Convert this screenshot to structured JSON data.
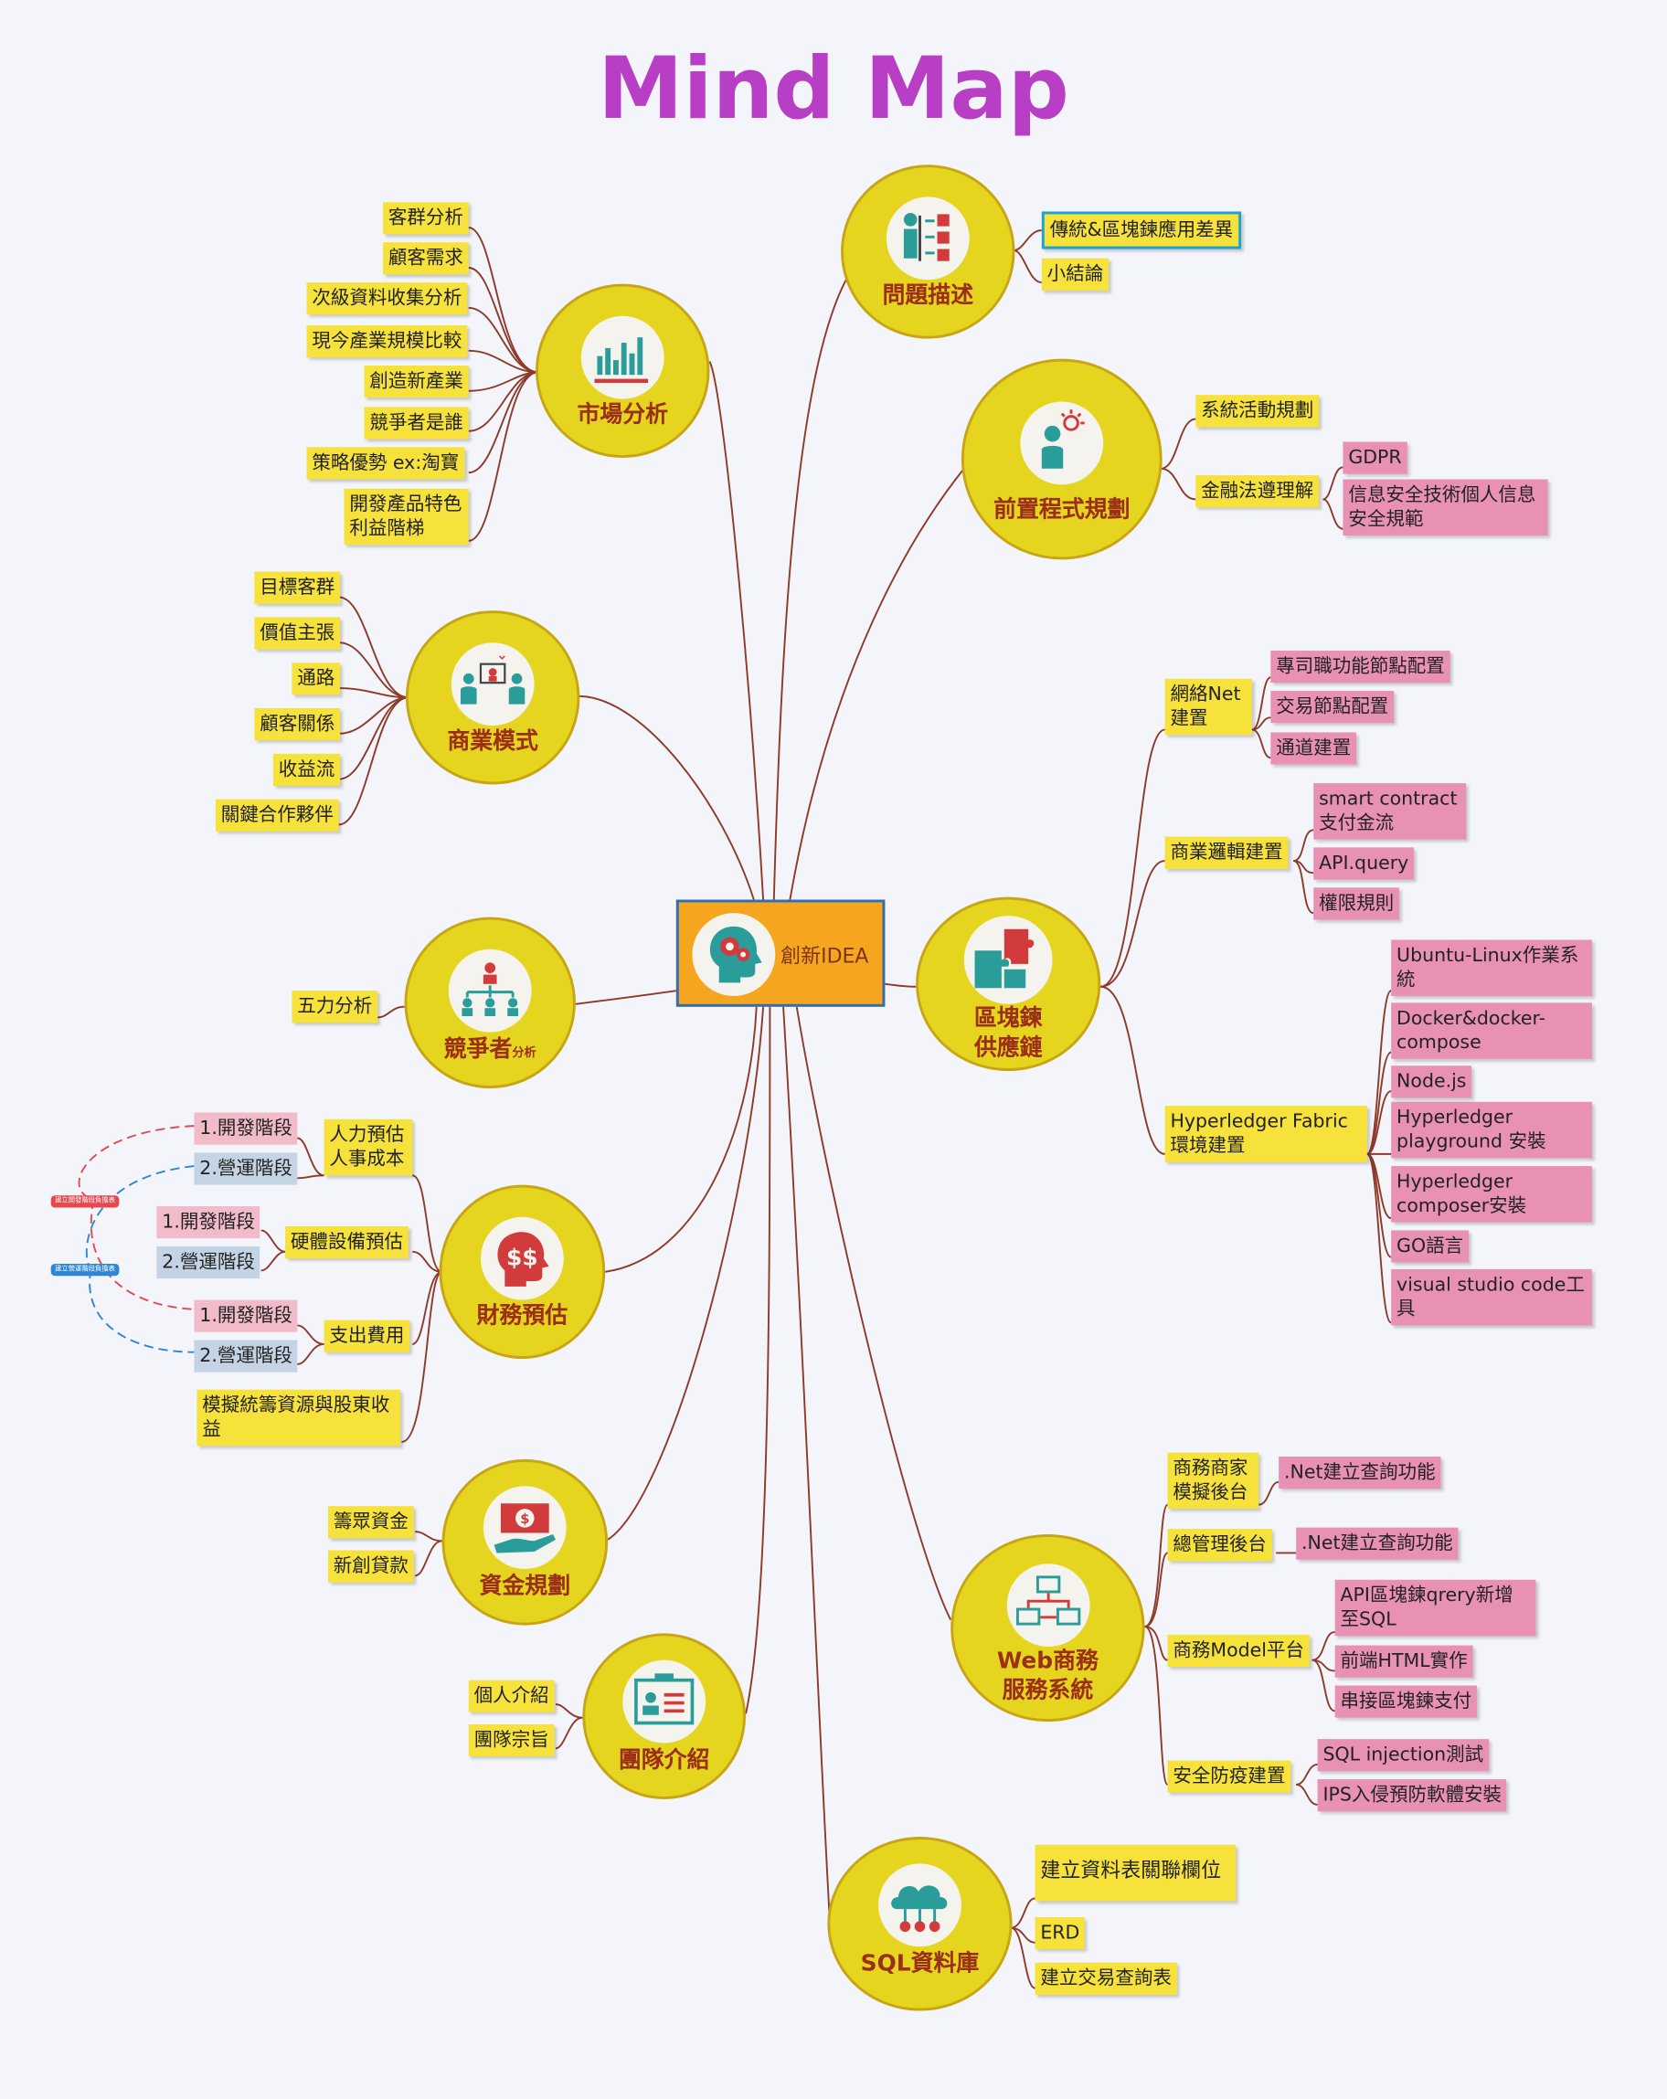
{
  "title": "Mind Map",
  "central": {
    "label": "創新IDEA"
  },
  "colors": {
    "title": "#b83fc5",
    "topic": "#e6d51f",
    "topic_text": "#9b2f18",
    "central": "#f6a51f",
    "central_border": "#2f6db5",
    "leaf_yellow": "#f6e23a",
    "leaf_pink": "#e991b4",
    "link": "#8d3a2a",
    "dash_red": "#e5484d",
    "dash_blue": "#2f86d6"
  },
  "topics": {
    "problem": {
      "label": "問題描述",
      "icon": "presenter-icon",
      "items": [
        "傳統&區塊鍊應用差異",
        "小結論"
      ]
    },
    "pre_plan": {
      "label": "前置程式規劃",
      "icon": "idea-person-icon",
      "items": [
        "系統活動規劃",
        "金融法遵理解",
        "GDPR",
        "信息安全技術個人信息",
        "安全規範"
      ]
    },
    "market": {
      "label": "市場分析",
      "icon": "bar-chart-icon",
      "items": [
        "客群分析",
        "顧客需求",
        "次級資料收集分析",
        "現今產業規模比較",
        "創造新產業",
        "競爭者是誰",
        "策略優勢 ex:淘寶",
        "開發產品特色",
        "利益階梯"
      ]
    },
    "business": {
      "label": "商業模式",
      "icon": "meeting-icon",
      "items": [
        "目標客群",
        "價值主張",
        "通路",
        "顧客關係",
        "收益流",
        "關鍵合作夥伴"
      ]
    },
    "competitor": {
      "label": "競爭者",
      "label_small": "分析",
      "icon": "org-chart-icon",
      "items": [
        "五力分析"
      ]
    },
    "finance": {
      "label": "財務預估",
      "icon": "money-head-icon",
      "groups": [
        {
          "label": [
            "人力預估",
            "人事成本"
          ],
          "stages": [
            "1.開發階段",
            "2.營運階段"
          ]
        },
        {
          "label": [
            "硬體設備預估"
          ],
          "stages": [
            "1.開發階段",
            "2.營運階段"
          ]
        },
        {
          "label": [
            "支出費用"
          ],
          "stages": [
            "1.開發階段",
            "2.營運階段"
          ]
        }
      ],
      "sim": [
        "模擬統籌資源與股東收",
        "益"
      ],
      "badges": [
        "建立開發階段負擔表",
        "建立營運階段負擔表"
      ]
    },
    "capital": {
      "label": "資金規劃",
      "icon": "cash-hand-icon",
      "items": [
        "籌眾資金",
        "新創貸款"
      ]
    },
    "team": {
      "label": "團隊介紹",
      "icon": "id-card-icon",
      "items": [
        "個人介紹",
        "團隊宗旨"
      ]
    },
    "blockchain": {
      "label": [
        "區塊鍊",
        "供應鏈"
      ],
      "icon": "puzzle-icon",
      "net": {
        "label": [
          "網絡Net",
          "建置"
        ],
        "items": [
          "專司職功能節點配置",
          "交易節點配置",
          "通道建置"
        ]
      },
      "logic": {
        "label": "商業邏輯建置",
        "items": [
          "smart contract",
          "支付金流",
          "API.query",
          "權限規則"
        ]
      },
      "fabric": {
        "label": [
          "Hyperledger Fabric",
          "環境建置"
        ],
        "items": [
          "Ubuntu-Linux作業系",
          "統",
          "Docker&docker-",
          "compose",
          "Node.js",
          "Hyperledger",
          "playground 安裝",
          "Hyperledger",
          "composer安裝",
          "GO語言",
          "visual studio code工",
          "具"
        ]
      }
    },
    "web": {
      "label": [
        "Web商務",
        "服務系統"
      ],
      "icon": "network-icon",
      "merchant": {
        "label": [
          "商務商家",
          "模擬後台"
        ],
        "items": [
          ".Net建立查詢功能"
        ]
      },
      "admin": {
        "label": "總管理後台",
        "items": [
          ".Net建立查詢功能"
        ]
      },
      "model": {
        "label": "商務Model平台",
        "items": [
          "API區塊鍊qrery新增",
          "至SQL",
          "前端HTML實作",
          "串接區塊鍊支付"
        ]
      },
      "security": {
        "label": "安全防疫建置",
        "items": [
          "SQL injection測試",
          "IPS入侵預防軟體安裝"
        ]
      }
    },
    "sql": {
      "label": "SQL資料庫",
      "icon": "cloud-db-icon",
      "items": [
        "建立資料表關聯欄位",
        "ERD",
        "建立交易查詢表"
      ]
    }
  }
}
